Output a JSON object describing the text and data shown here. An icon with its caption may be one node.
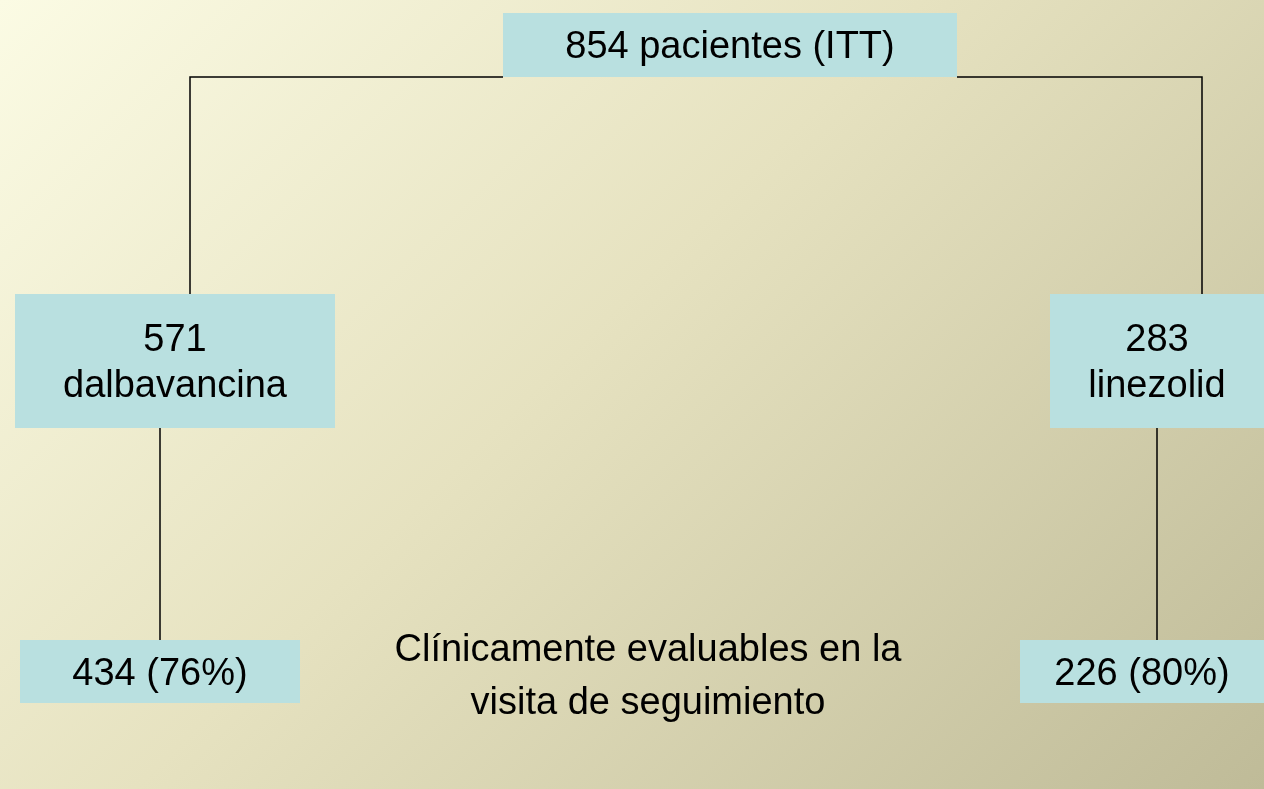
{
  "diagram": {
    "nodes": [
      {
        "text": [
          "854 pacientes (ITT)"
        ]
      },
      {
        "text": [
          "571 dalbavancina"
        ]
      },
      {
        "text": [
          "283 linezolid"
        ]
      },
      {
        "text": [
          "434 (76%)"
        ]
      },
      {
        "text": [
          "226 (80%)"
        ]
      }
    ],
    "edges": [
      {
        "from": 0,
        "to": 1,
        "arrow": "none"
      },
      {
        "from": 0,
        "to": 2,
        "arrow": "none"
      },
      {
        "from": 1,
        "to": 3,
        "arrow": "none"
      },
      {
        "from": 2,
        "to": 4,
        "arrow": "none"
      }
    ],
    "labels": [
      "Clínicamente evaluables en la visita de seguimiento"
    ]
  }
}
